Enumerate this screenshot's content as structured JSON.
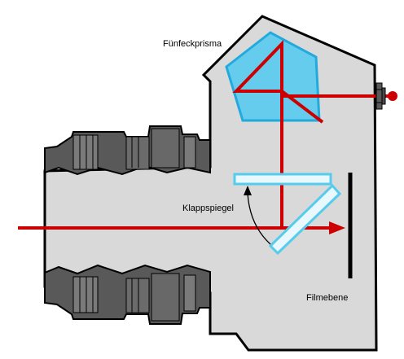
{
  "labels": {
    "prism": "Fünfeckprisma",
    "mirror": "Klappspiegel",
    "film_plane": "Filmebene"
  },
  "colors": {
    "body_fill": "#d9d9d9",
    "outline": "#000000",
    "lens_dark": "#595959",
    "lens_mid": "#7a7a7a",
    "light_ray": "#cc0000",
    "prism_fill": "#66ccee",
    "prism_edge": "#22aadd",
    "mirror_fill": "#e8f8fc",
    "mirror_edge": "#55ccee"
  },
  "icons": {
    "eye": "eye-icon",
    "ray_arrow": "arrow-right-icon",
    "flip_arrow": "curved-arrow-icon"
  }
}
